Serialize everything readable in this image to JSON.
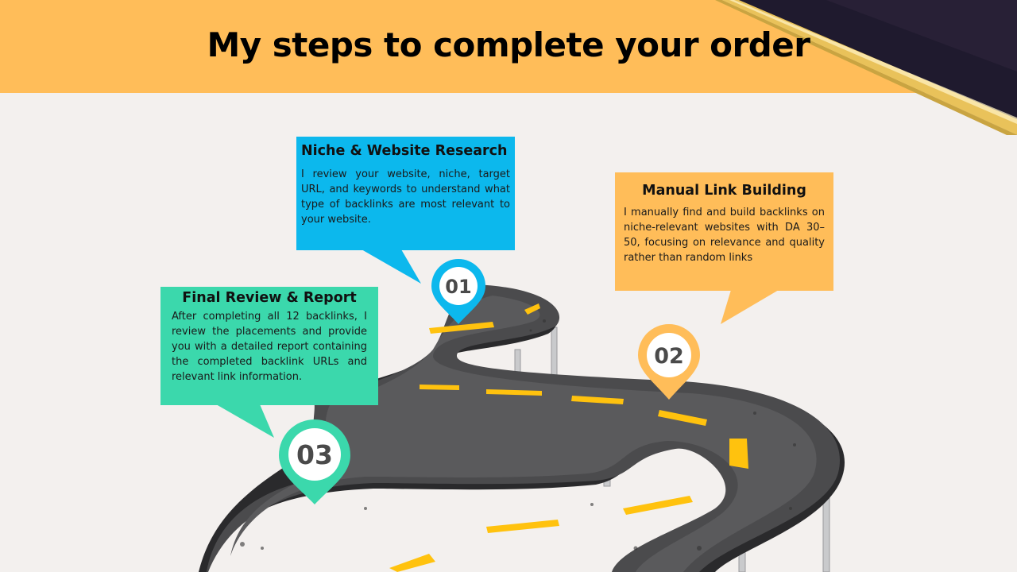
{
  "title": "My steps to complete your order",
  "colors": {
    "header": "#ffbd59",
    "background": "#f3f0ee",
    "step1": "#0cb8ed",
    "step2": "#ffbd59",
    "step3": "#3bd8ac",
    "road": "#4b4b4d",
    "lane_marking": "#ffc20e"
  },
  "steps": [
    {
      "number": "01",
      "title": "Niche & Website Research",
      "text": "I review your website, niche, target URL, and keywords to understand what type of backlinks are most relevant to your website."
    },
    {
      "number": "02",
      "title": "Manual Link Building",
      "text": "I manually find and build backlinks on niche-relevant websites with DA 30–50, focusing on relevance and quality rather than random links"
    },
    {
      "number": "03",
      "title": "Final Review & Report",
      "text": "After completing all 12 backlinks, I review the placements and provide you with a detailed report containing the completed backlink URLs and relevant link information."
    }
  ]
}
